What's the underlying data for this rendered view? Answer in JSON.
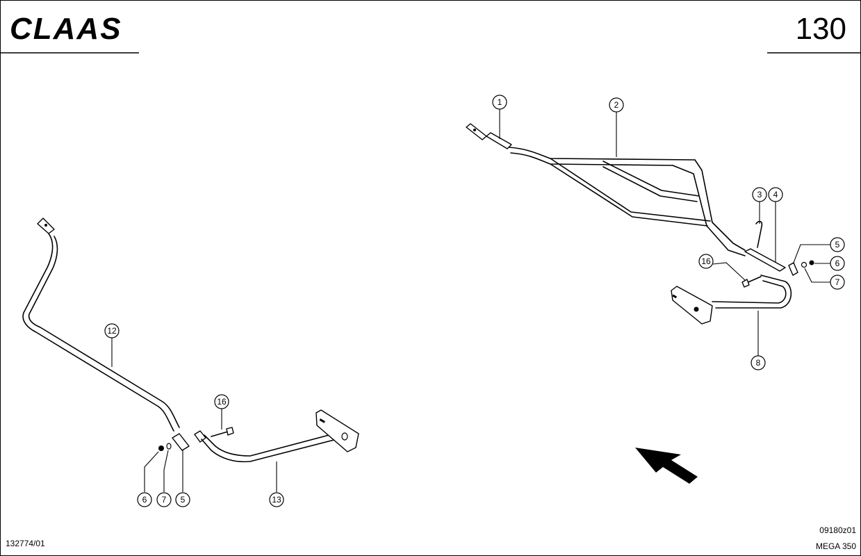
{
  "header": {
    "brand_logo": "CLAAS",
    "page_number": "130"
  },
  "footer": {
    "drawing_number": "132774/01",
    "figure_code": "09180z01",
    "model": "MEGA 350"
  },
  "callouts": {
    "right_assembly": [
      "1",
      "2",
      "3",
      "4",
      "5",
      "6",
      "7",
      "16",
      "8"
    ],
    "left_assembly": [
      "12",
      "16",
      "6",
      "7",
      "5",
      "13"
    ]
  },
  "icons": {
    "direction_arrow": "arrow-up-left-icon"
  }
}
